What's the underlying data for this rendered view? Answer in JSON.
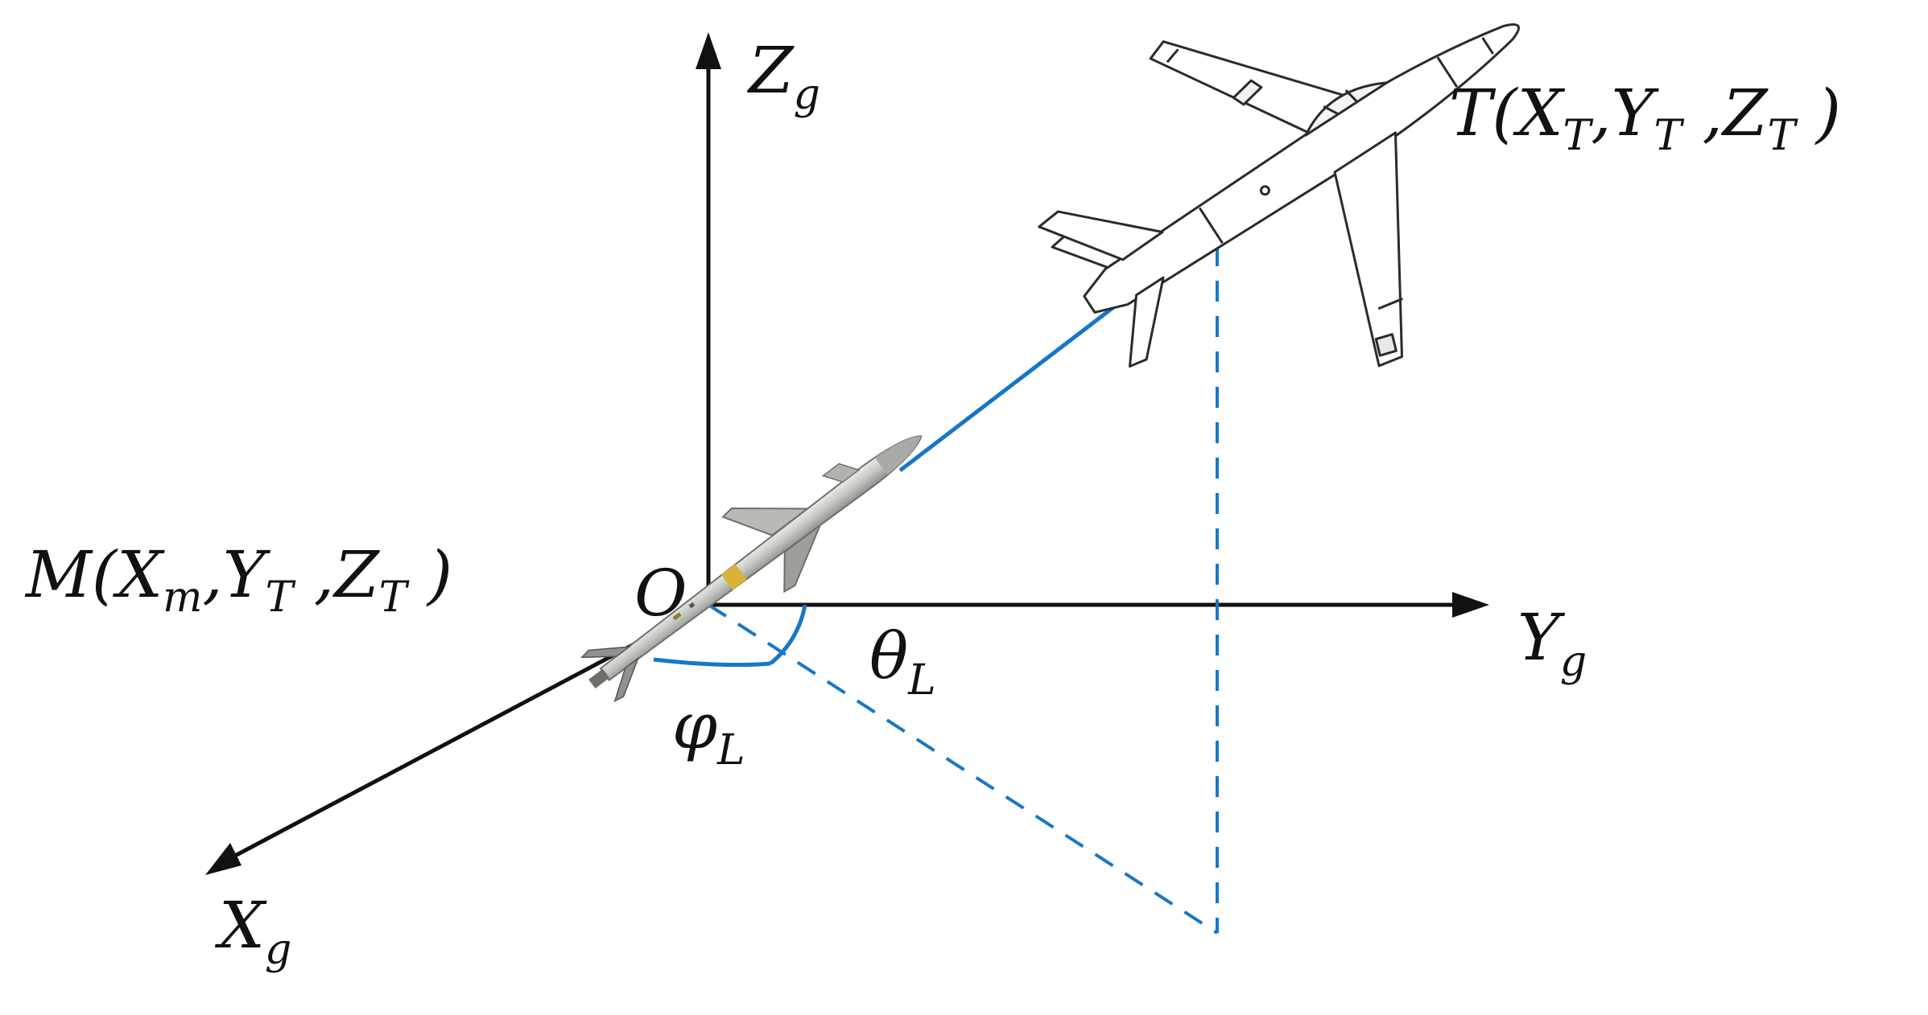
{
  "axes": {
    "z": {
      "main": "Z",
      "sub": "g"
    },
    "y": {
      "main": "Y",
      "sub": "g"
    },
    "x": {
      "main": "X",
      "sub": "g"
    }
  },
  "origin_label": "O",
  "target_label": {
    "lead": "T(X",
    "s1": "T",
    "p1": ",Y",
    "s2": "T",
    "p2": " ,Z",
    "s3": "T",
    "p3": " )"
  },
  "missile_label": {
    "lead": "M(X",
    "s1": "m",
    "p1": ",Y",
    "s2": "T",
    "p2": " ,Z",
    "s3": "T",
    "p3": " )"
  },
  "angles": {
    "theta": {
      "main": "θ",
      "sub": "L"
    },
    "phi": {
      "main": "φ",
      "sub": "L"
    }
  },
  "colors": {
    "axis": "#111111",
    "line_of_sight": "#1677c9",
    "projection": "#1677c9",
    "missile_body": "#c9ccc8",
    "aircraft_stroke": "#2b2b2b"
  },
  "icons": {
    "target": "aircraft-icon",
    "missile": "missile-icon"
  }
}
